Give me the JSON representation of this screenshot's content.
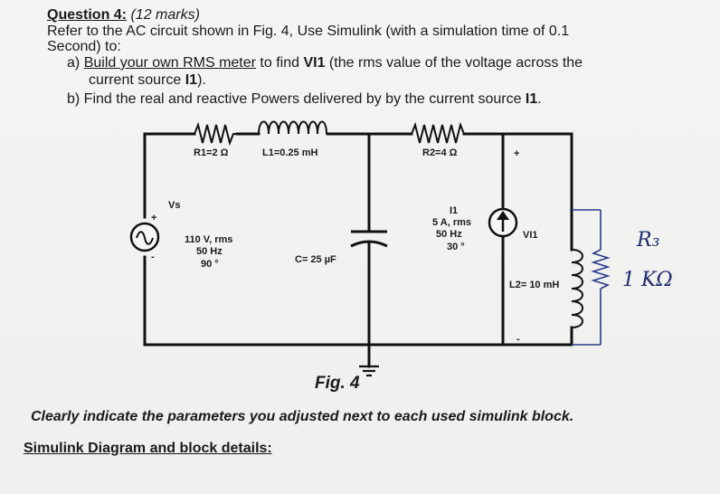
{
  "question": {
    "label": "Question 4:",
    "marks": "(12 marks)",
    "line1": "Refer to the AC circuit  shown in  Fig. 4, Use Simulink (with a simulation time of 0.1",
    "line2": "Second) to:",
    "item_a_prefix": "a)",
    "item_a_underlined": "Build your own RMS meter",
    "item_a_rest": " to find ",
    "item_a_var": "VI1",
    "item_a_tail": " (the rms value of the voltage across the",
    "item_a_line2_pre": "current source ",
    "item_a_line2_var": "I1",
    "item_a_line2_post": ").",
    "item_b_pre": "b)  Find the real and reactive Powers delivered by by the current source ",
    "item_b_var": "I1",
    "item_b_post": "."
  },
  "circuit": {
    "r1": "R1=2 Ω",
    "l1": "L1=0.25 mH",
    "r2": "R2=4 Ω",
    "vs_name": "Vs",
    "vs_plus": "+",
    "vs_minus": "-",
    "vs_value": "110 V, rms",
    "vs_freq": "50 Hz",
    "vs_phase": "90 °",
    "cap": "C= 25 µF",
    "i1_name": "I1",
    "i1_value": "5 A, rms",
    "i1_freq": "50 Hz",
    "i1_phase": "30 °",
    "vi1_plus": "+",
    "vi1_name": "VI1",
    "vi1_minus": "-",
    "l2": "L2= 10 mH",
    "r3_hand": "R₃",
    "r3_value_hand": "1 KΩ"
  },
  "figure": {
    "caption": "Fig. 4"
  },
  "instruction": "Clearly indicate the parameters you adjusted next to each used simulink block.",
  "diagram_heading": "Simulink Diagram and block details:"
}
